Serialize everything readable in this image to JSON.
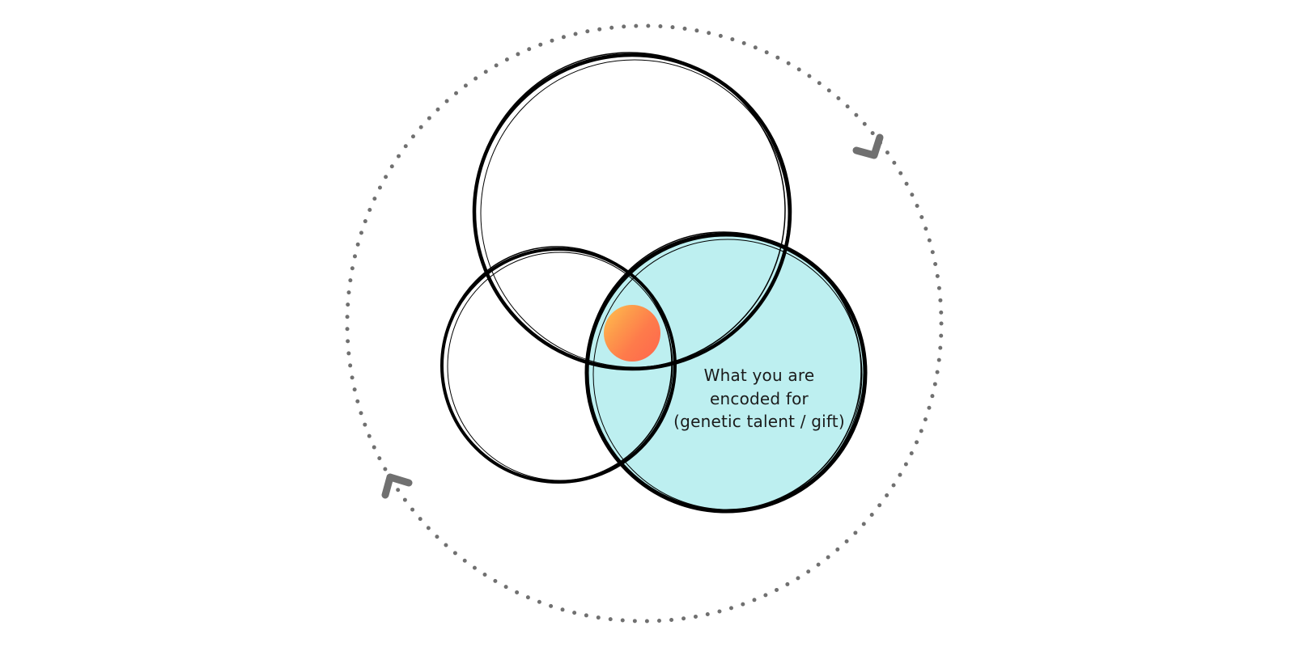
{
  "diagram": {
    "type": "venn",
    "colors": {
      "background": "#ffffff",
      "circle_stroke": "#000000",
      "highlight_fill": "#bdeff0",
      "cycle_dots": "#707070",
      "cycle_arrows": "#707070",
      "center_dot_from": "#ffbf4d",
      "center_dot_to": "#ff6a4d"
    },
    "cycle": {
      "style": "dotted",
      "direction": "clockwise",
      "arrows": [
        "arrow-top-right",
        "arrow-bottom-left"
      ]
    },
    "circles": [
      {
        "id": "top",
        "label": "",
        "highlighted": false
      },
      {
        "id": "left",
        "label": "",
        "highlighted": false
      },
      {
        "id": "right",
        "highlighted": true,
        "label_lines": [
          "What you are",
          "encoded for",
          "(genetic talent / gift)"
        ]
      }
    ],
    "center_marker": {
      "shape": "dot",
      "position": "intersection-of-all-three"
    }
  }
}
